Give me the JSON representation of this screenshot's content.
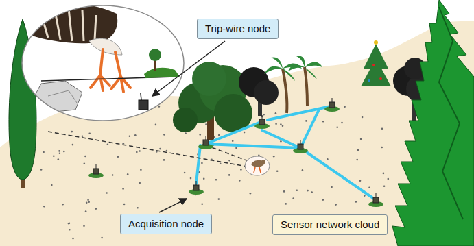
{
  "diagram": {
    "nodes": [
      {
        "text": [
          "Trip-wire node"
        ]
      },
      {
        "text": [
          "Acquisition node"
        ]
      },
      {
        "text": [
          "Sensor network cloud"
        ]
      }
    ]
  }
}
